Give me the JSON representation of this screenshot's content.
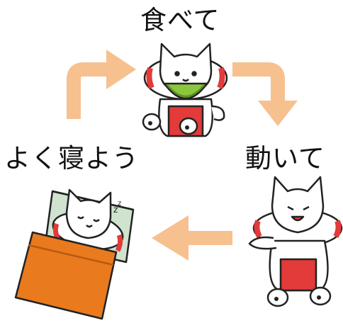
{
  "labels": {
    "eat": "食べて",
    "move": "動いて",
    "sleep": "よく寝よう"
  },
  "colors": {
    "arrow": "#f7c08f",
    "blanket": "#e97a1e",
    "pillow": "#cfe3cf",
    "float_red": "#e33a3a",
    "melon": "#8cc63f",
    "outline": "#222222"
  },
  "icons": {
    "eat_character": "dog-eating-melon",
    "move_character": "dog-exercising",
    "sleep_character": "dog-sleeping-in-bed"
  }
}
